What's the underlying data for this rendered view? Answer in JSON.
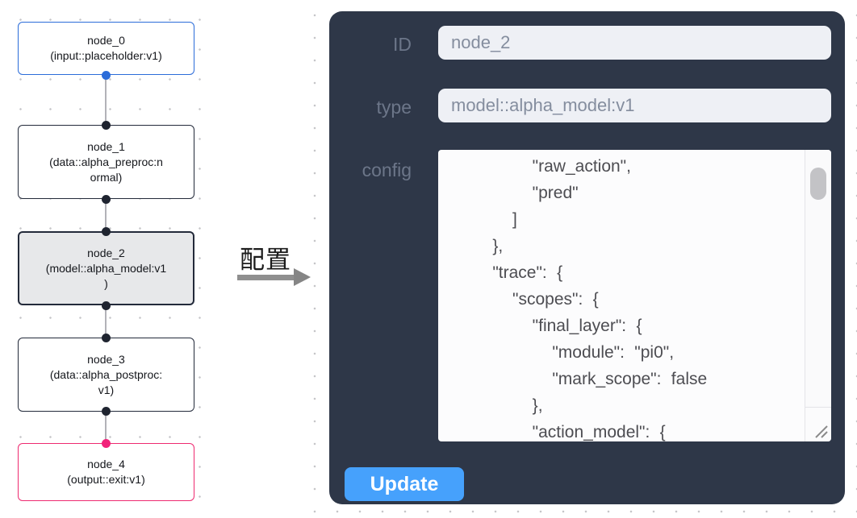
{
  "flow": {
    "edge_color": "#b2b2b8",
    "nodes": [
      {
        "id": "node_0",
        "label": "node_0\n(input::placeholder:v1)",
        "border_color": "#2b6cd9",
        "handle_color": "#2b6cd9",
        "selected": false
      },
      {
        "id": "node_1",
        "label": "node_1\n(data::alpha_preproc:n\normal)",
        "border_color": "#232a3a",
        "handle_color": "#1f2430",
        "selected": false
      },
      {
        "id": "node_2",
        "label": "node_2\n(model::alpha_model:v1\n)",
        "border_color": "#232a3a",
        "handle_color": "#1f2430",
        "selected": true
      },
      {
        "id": "node_3",
        "label": "node_3\n(data::alpha_postproc:\nv1)",
        "border_color": "#232a3a",
        "handle_color": "#1f2430",
        "selected": false
      },
      {
        "id": "node_4",
        "label": "node_4\n(output::exit:v1)",
        "border_color": "#ee2a70",
        "handle_color": "#f1227a",
        "selected": false
      }
    ]
  },
  "transfer": {
    "label": "配置",
    "arrow_color": "#8f8f8f"
  },
  "panel": {
    "background": "#2e3748",
    "accent": "#46a1fc",
    "fields": [
      {
        "name": "ID",
        "value": "node_2"
      },
      {
        "name": "type",
        "value": "model::alpha_model:v1"
      },
      {
        "name": "config",
        "value": "        \"raw_action\",\n        \"pred\"\n      ]\n    },\n    \"trace\": {\n      \"scopes\": {\n        \"final_layer\": {\n          \"module\": \"pi0\",\n          \"mark_scope\": false\n        },\n        \"action_model\": {"
      }
    ],
    "update_label": "Update"
  }
}
